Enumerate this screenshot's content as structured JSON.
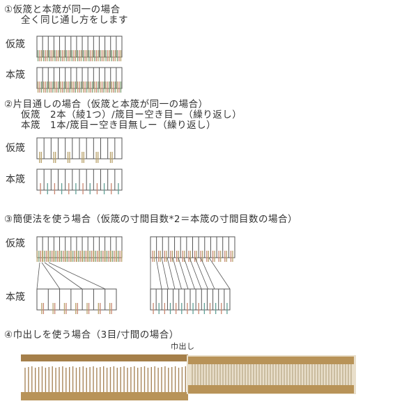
{
  "section1": {
    "title": "①仮筬と本筬が同一の場合",
    "subtitle": "全く同じ通し方をします",
    "label_temp": "仮筬",
    "label_main": "本筬"
  },
  "section2": {
    "title": "②片目通しの場合（仮筬と本筬が同一の場合）",
    "line1": "仮筬　2本（綾1つ）/筬目ー空き目ー（繰り返し）",
    "line2": "本筬　1本/筬目ー空き目無しー（繰り返し）",
    "label_temp": "仮筬",
    "label_main": "本筬"
  },
  "section3": {
    "title": "③簡便法を使う場合（仮筬の寸間目数*2＝本筬の寸間目数の場合）",
    "label_temp": "仮筬",
    "label_main": "本筬"
  },
  "section4": {
    "title": "④巾出しを使う場合（3目/寸間の場合）",
    "photo_label": "巾出し"
  },
  "colors": {
    "line": "#555555",
    "green": "#7f9f72",
    "red": "#c9866f",
    "tan": "#b8a068",
    "teal": "#5f9f95",
    "wood": "#b89358"
  }
}
